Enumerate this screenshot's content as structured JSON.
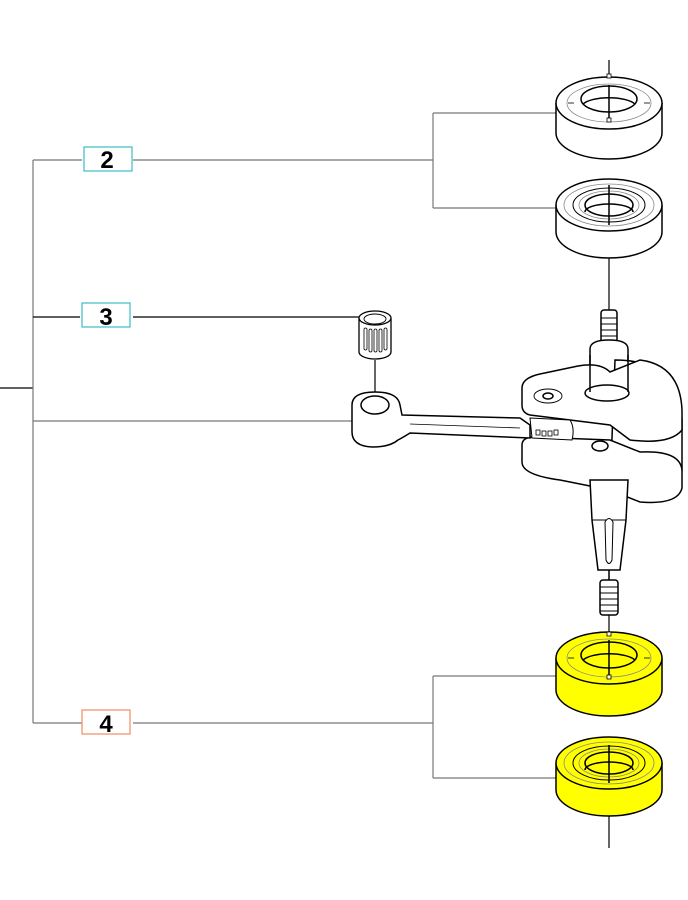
{
  "diagram": {
    "type": "exploded-parts-view",
    "callouts": [
      {
        "id": "callout-2",
        "number": "2",
        "part": "bearing seal",
        "border_color": "#3cbcc8",
        "highlighted": false
      },
      {
        "id": "callout-3",
        "number": "3",
        "part": "needle bearing",
        "border_color": "#3cbcc8",
        "highlighted": false
      },
      {
        "id": "callout-crankshaft",
        "number": "",
        "part": "crankshaft with connecting rod",
        "border_color": "",
        "highlighted": false
      },
      {
        "id": "callout-4",
        "number": "4",
        "part": "ball bearing",
        "border_color": "#f08c64",
        "highlighted": true
      }
    ],
    "colors": {
      "line": "#000000",
      "leader": "#777777",
      "part_fill": "#ffffff",
      "highlight_fill": "#ffff00",
      "box_cyan": "#3cbcc8",
      "box_orange": "#f08c64"
    }
  }
}
